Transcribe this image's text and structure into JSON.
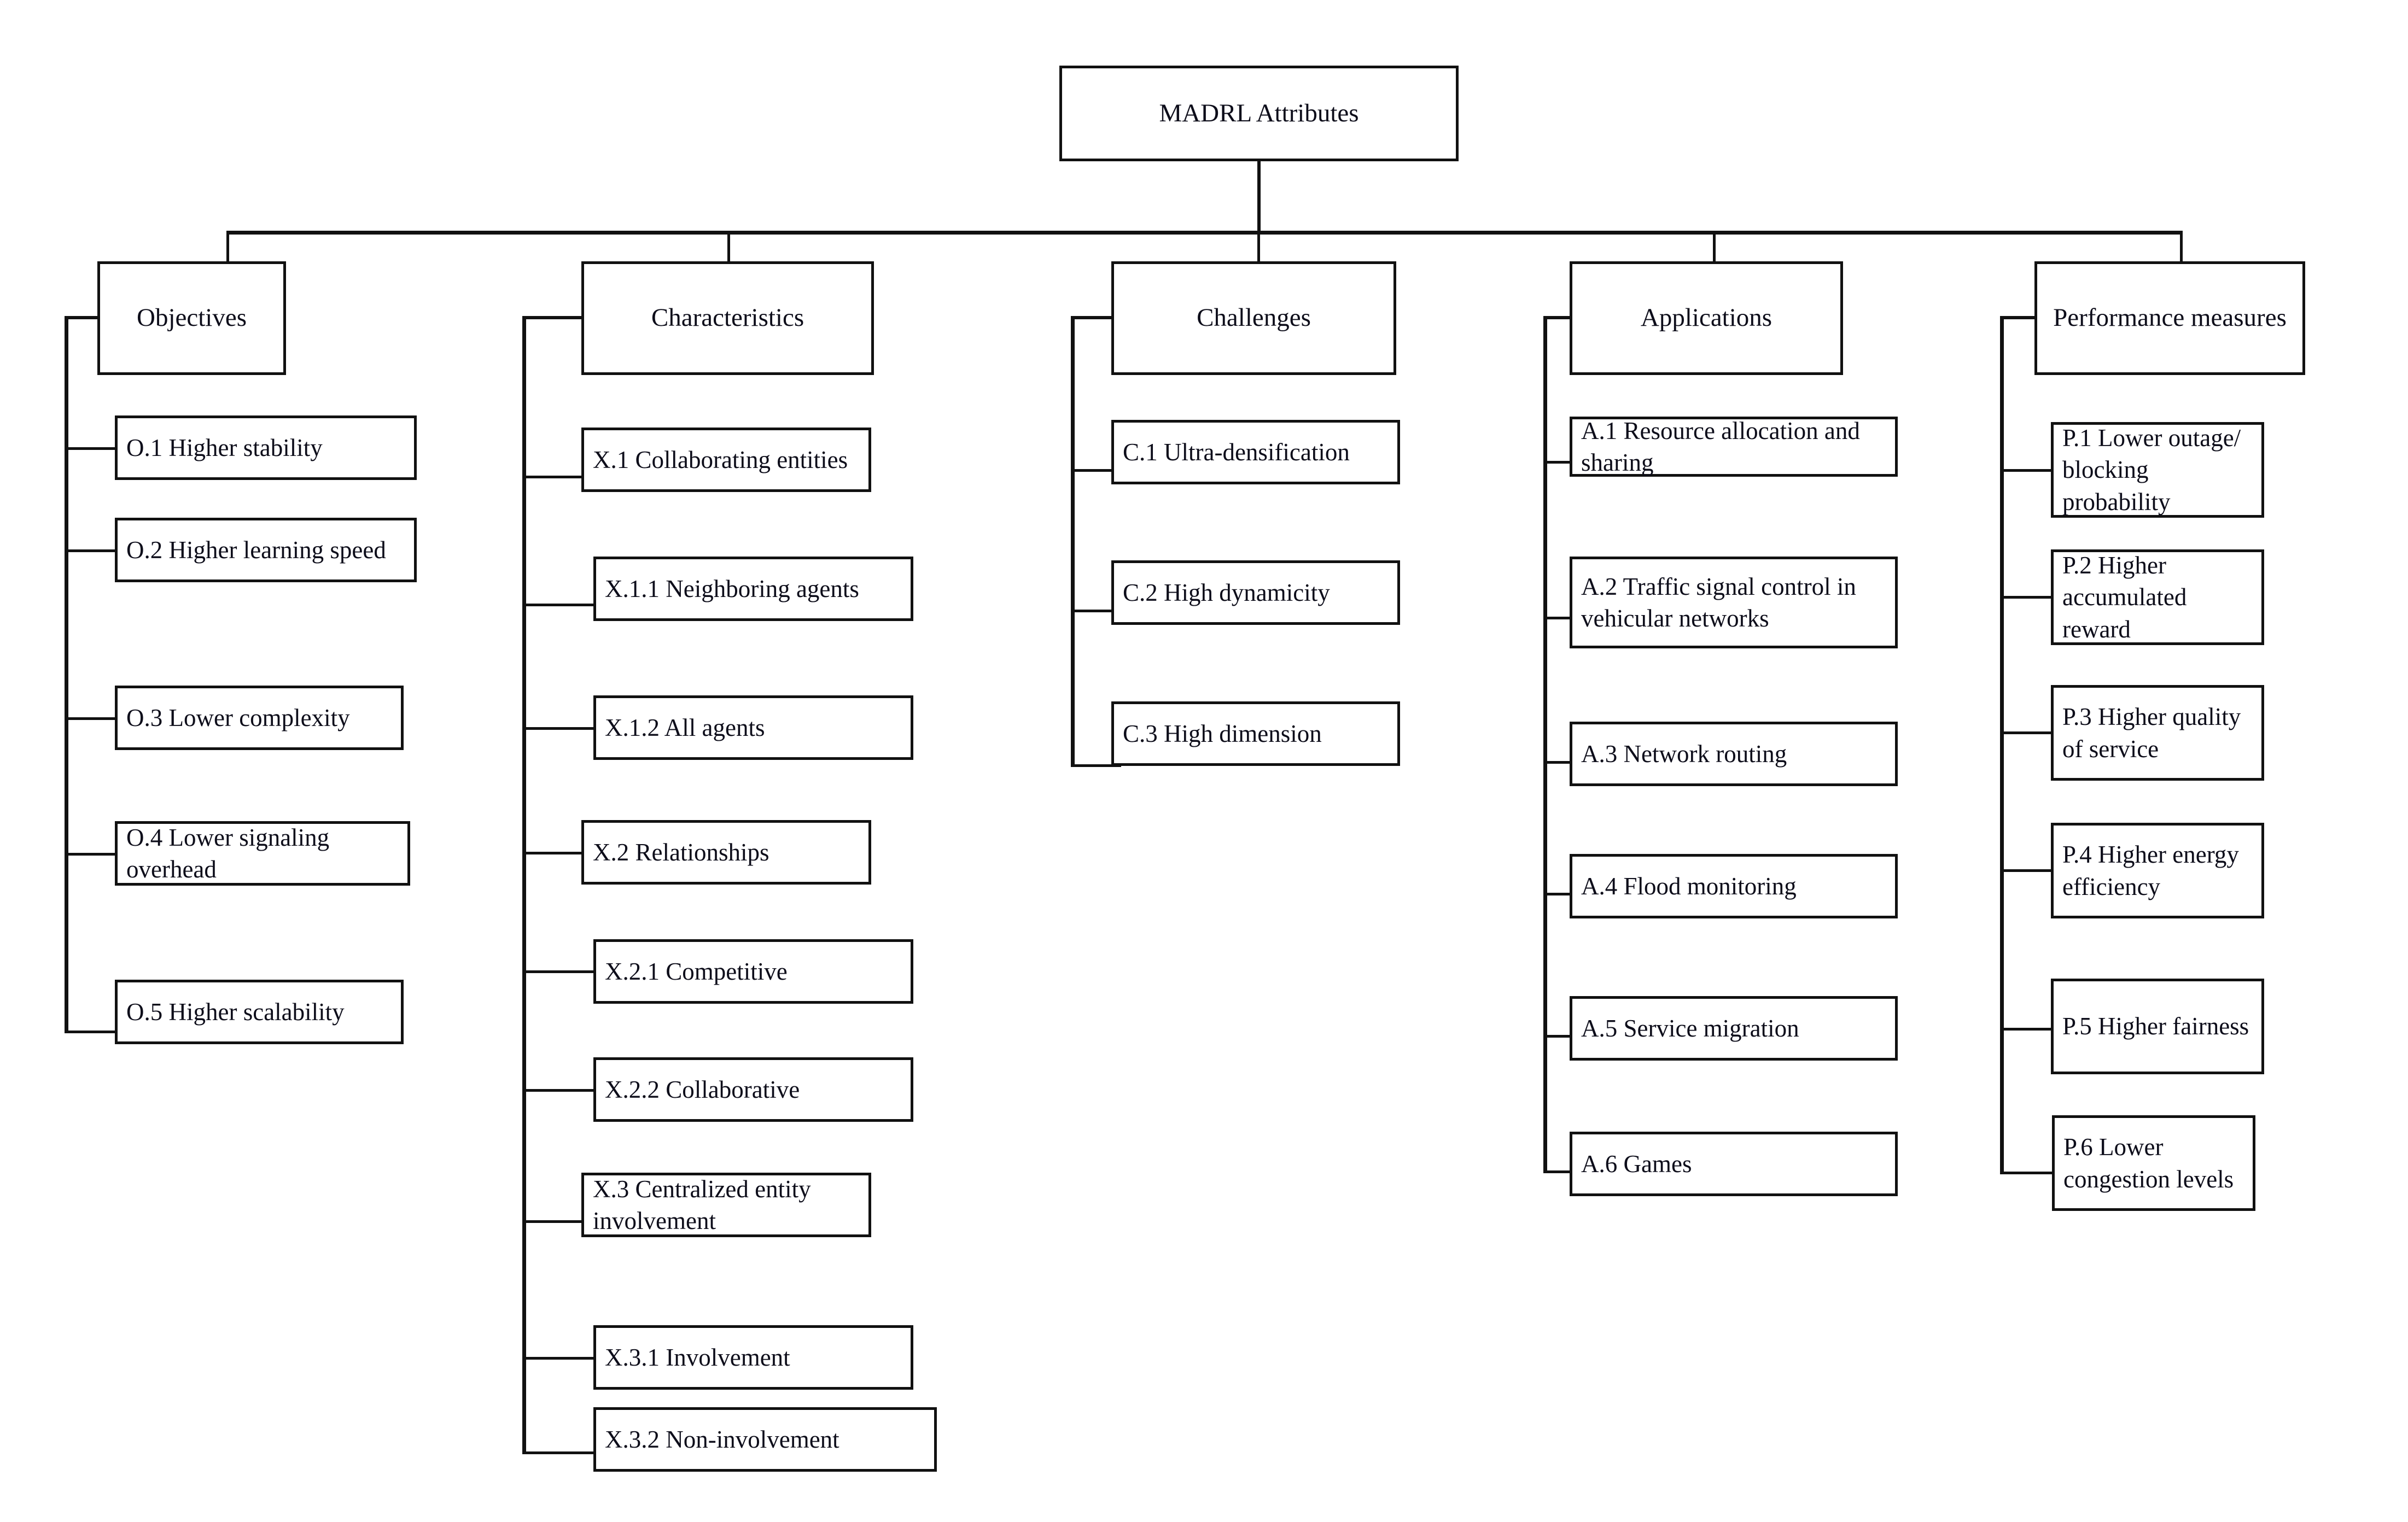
{
  "diagram": {
    "type": "hierarchy-tree",
    "root": {
      "label": "MADRL Attributes"
    },
    "branches": [
      {
        "key": "objectives",
        "label": "Objectives",
        "items": [
          {
            "id": "O.1",
            "label": "O.1 Higher stability"
          },
          {
            "id": "O.2",
            "label": "O.2 Higher learning speed"
          },
          {
            "id": "O.3",
            "label": "O.3 Lower complexity"
          },
          {
            "id": "O.4",
            "label": "O.4 Lower signaling overhead"
          },
          {
            "id": "O.5",
            "label": "O.5 Higher scalability"
          }
        ]
      },
      {
        "key": "characteristics",
        "label": "Characteristics",
        "items": [
          {
            "id": "X.1",
            "label": "X.1 Collaborating entities",
            "level": 1
          },
          {
            "id": "X.1.1",
            "label": "X.1.1 Neighboring agents",
            "level": 2
          },
          {
            "id": "X.1.2",
            "label": "X.1.2  All agents",
            "level": 2
          },
          {
            "id": "X.2",
            "label": "X.2 Relationships",
            "level": 1
          },
          {
            "id": "X.2.1",
            "label": "X.2.1 Competitive",
            "level": 2
          },
          {
            "id": "X.2.2",
            "label": "X.2.2 Collaborative",
            "level": 2
          },
          {
            "id": "X.3",
            "label": "X.3 Centralized entity involvement",
            "level": 1
          },
          {
            "id": "X.3.1",
            "label": "X.3.1 Involvement",
            "level": 2
          },
          {
            "id": "X.3.2",
            "label": "X.3.2 Non-involvement",
            "level": 2
          }
        ]
      },
      {
        "key": "challenges",
        "label": "Challenges",
        "items": [
          {
            "id": "C.1",
            "label": "C.1 Ultra-densification"
          },
          {
            "id": "C.2",
            "label": "C.2 High dynamicity"
          },
          {
            "id": "C.3",
            "label": "C.3 High dimension"
          }
        ]
      },
      {
        "key": "applications",
        "label": "Applications",
        "items": [
          {
            "id": "A.1",
            "label": "A.1 Resource allocation and sharing"
          },
          {
            "id": "A.2",
            "label": "A.2 Traffic signal control in vehicular networks"
          },
          {
            "id": "A.3",
            "label": "A.3 Network routing"
          },
          {
            "id": "A.4",
            "label": "A.4 Flood monitoring"
          },
          {
            "id": "A.5",
            "label": "A.5 Service migration"
          },
          {
            "id": "A.6",
            "label": "A.6 Games"
          }
        ]
      },
      {
        "key": "performance",
        "label": "Performance measures",
        "items": [
          {
            "id": "P.1",
            "label": "P.1 Lower outage/ blocking probability"
          },
          {
            "id": "P.2",
            "label": "P.2 Higher accumulated reward"
          },
          {
            "id": "P.3",
            "label": "P.3 Higher quality of service"
          },
          {
            "id": "P.4",
            "label": "P.4 Higher energy efficiency"
          },
          {
            "id": "P.5",
            "label": "P.5 Higher fairness"
          },
          {
            "id": "P.6",
            "label": "P.6 Lower congestion levels"
          }
        ]
      }
    ],
    "colors": {
      "line": "#111111",
      "box_fill": "#ffffff",
      "text": "#0d0d1a"
    }
  }
}
